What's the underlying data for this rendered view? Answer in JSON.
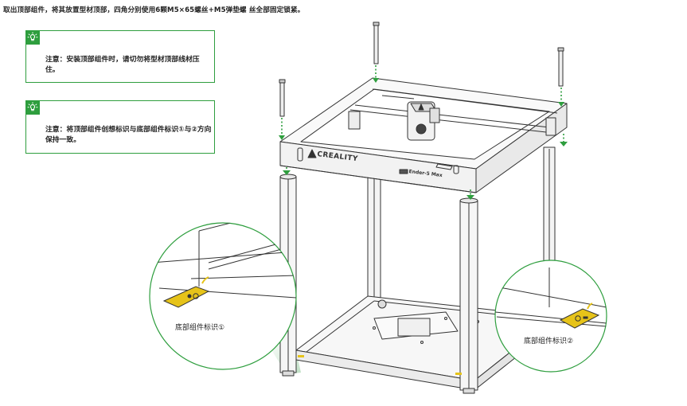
{
  "instruction": "取出顶部组件，将其放置型材顶部，四角分别使用6颗M5×65螺丝+M5弹垫螺 丝全部固定锁紧。",
  "notes": [
    {
      "icon": "lightbulb-icon",
      "text": "注意：安装顶部组件时，请切勿将型材顶部线材压住。"
    },
    {
      "icon": "lightbulb-icon",
      "text": "注意：将顶部组件创想标识与底部组件标识①与②方向保持一致。"
    }
  ],
  "printer": {
    "brand_text": "CREALITY",
    "model_text": "Ender-5 Max"
  },
  "callouts": [
    {
      "label": "底部组件标识①",
      "marker": "①"
    },
    {
      "label": "底部组件标识②",
      "marker": "②"
    }
  ],
  "colors": {
    "accent_green": "#2e9e3e",
    "marker_yellow": "#e6c319",
    "line": "#333333",
    "frame_fill": "#f4f4f4"
  }
}
